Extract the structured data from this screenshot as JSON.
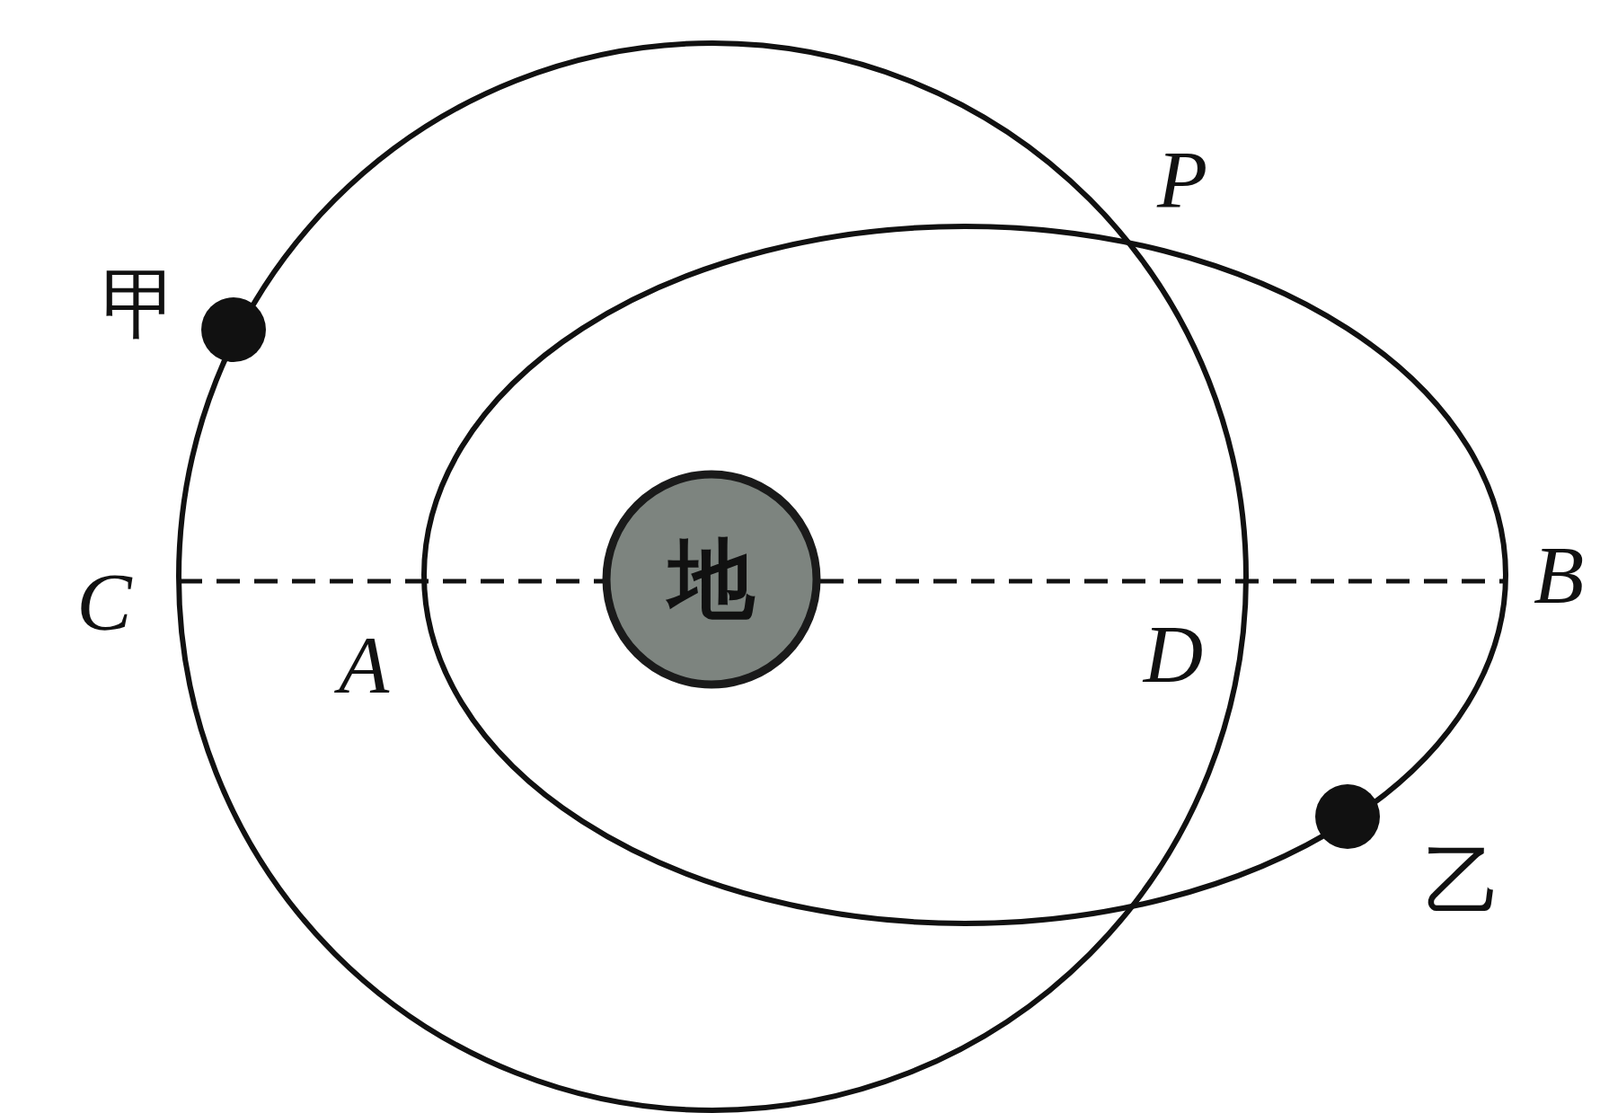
{
  "diagram": {
    "nodes": [
      {
        "text": [
          "地"
        ]
      }
    ],
    "labels": [
      "甲",
      "P",
      "C",
      "A",
      "D",
      "B",
      "乙"
    ]
  }
}
